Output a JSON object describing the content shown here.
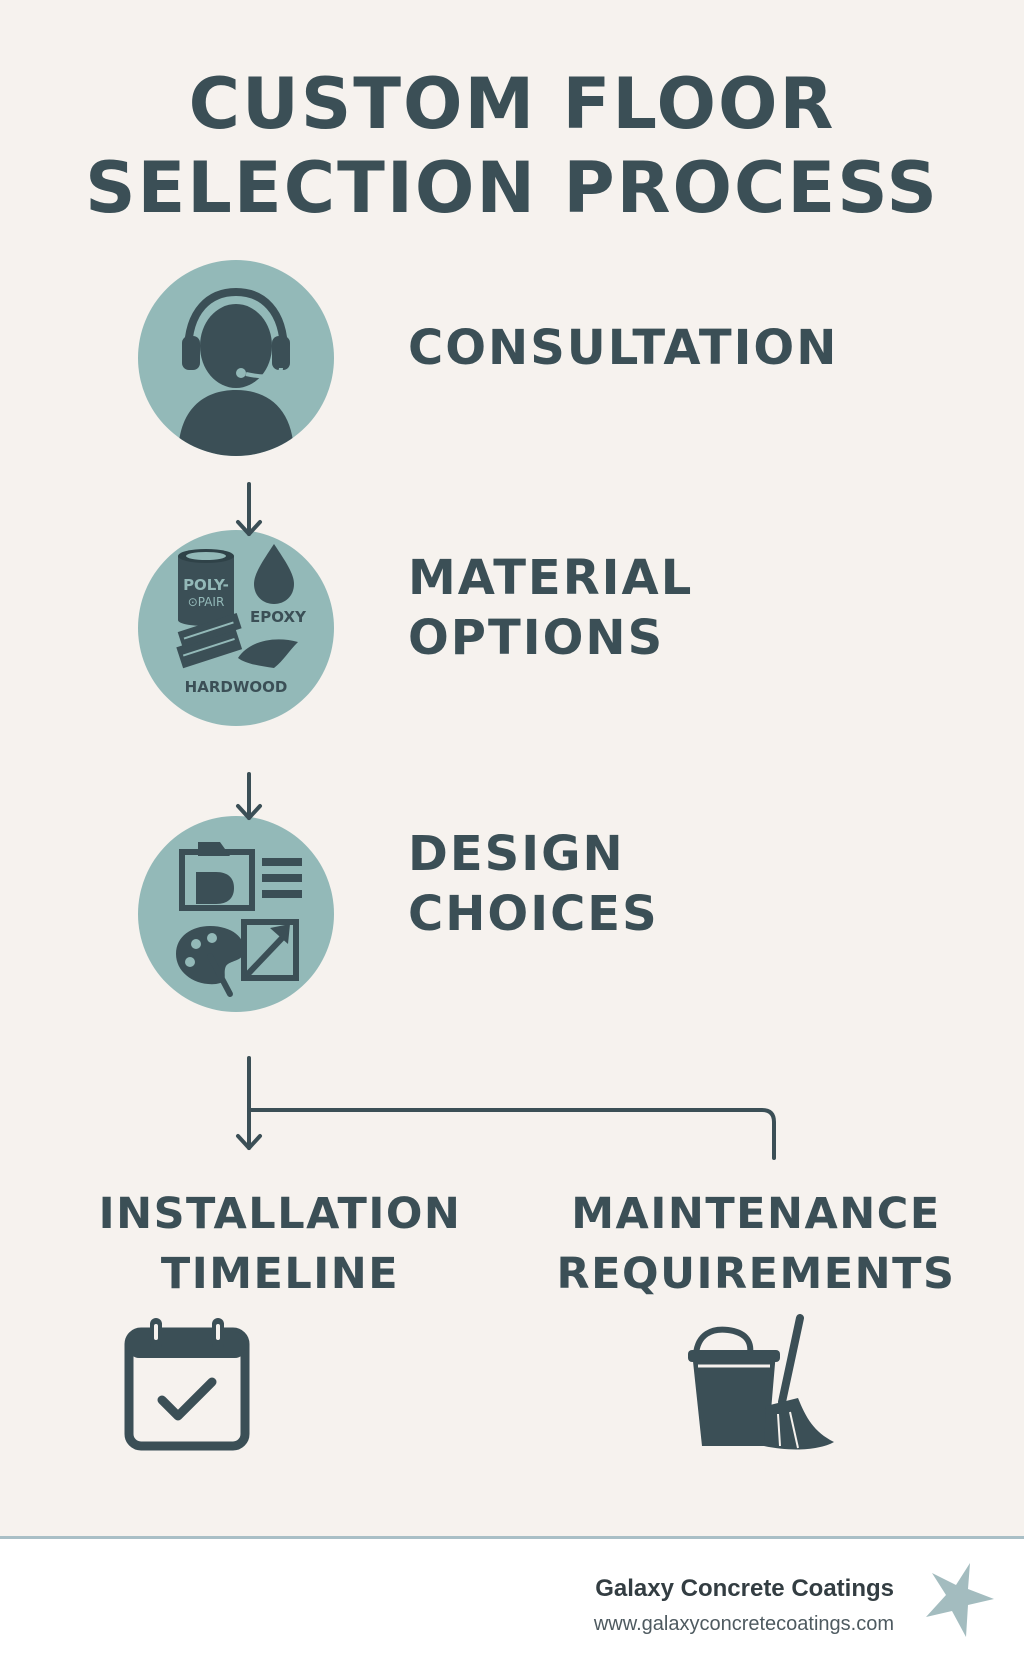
{
  "title": {
    "line1": "CUSTOM FLOOR",
    "line2": "SELECTION PROCESS"
  },
  "steps": [
    {
      "line1": "CONSULTATION",
      "icon": "headset-person-icon"
    },
    {
      "line1": "MATERIAL",
      "line2": "OPTIONS",
      "icon": "materials-icon",
      "icon_text": {
        "can_label_1": "POLY-",
        "can_label_2": "⊙PAIR",
        "epoxy": "EPOXY",
        "hardwood": "HARDWOOD"
      }
    },
    {
      "line1": "DESIGN",
      "line2": "CHOICES",
      "icon": "design-tools-icon"
    }
  ],
  "outcomes": [
    {
      "line1": "INSTALLATION",
      "line2": "TIMELINE",
      "icon": "calendar-check-icon"
    },
    {
      "line1": "MAINTENANCE",
      "line2": "REQUIREMENTS",
      "icon": "bucket-broom-icon"
    }
  ],
  "footer": {
    "company": "Galaxy Concrete Coatings",
    "url": "www.galaxyconcretecoatings.com",
    "logo_icon": "star-icon"
  },
  "colors": {
    "background": "#f6f2ee",
    "text": "#3b4f56",
    "circle": "#93b9b8",
    "footer_bg": "#ffffff",
    "divider": "#a9bfc6"
  }
}
